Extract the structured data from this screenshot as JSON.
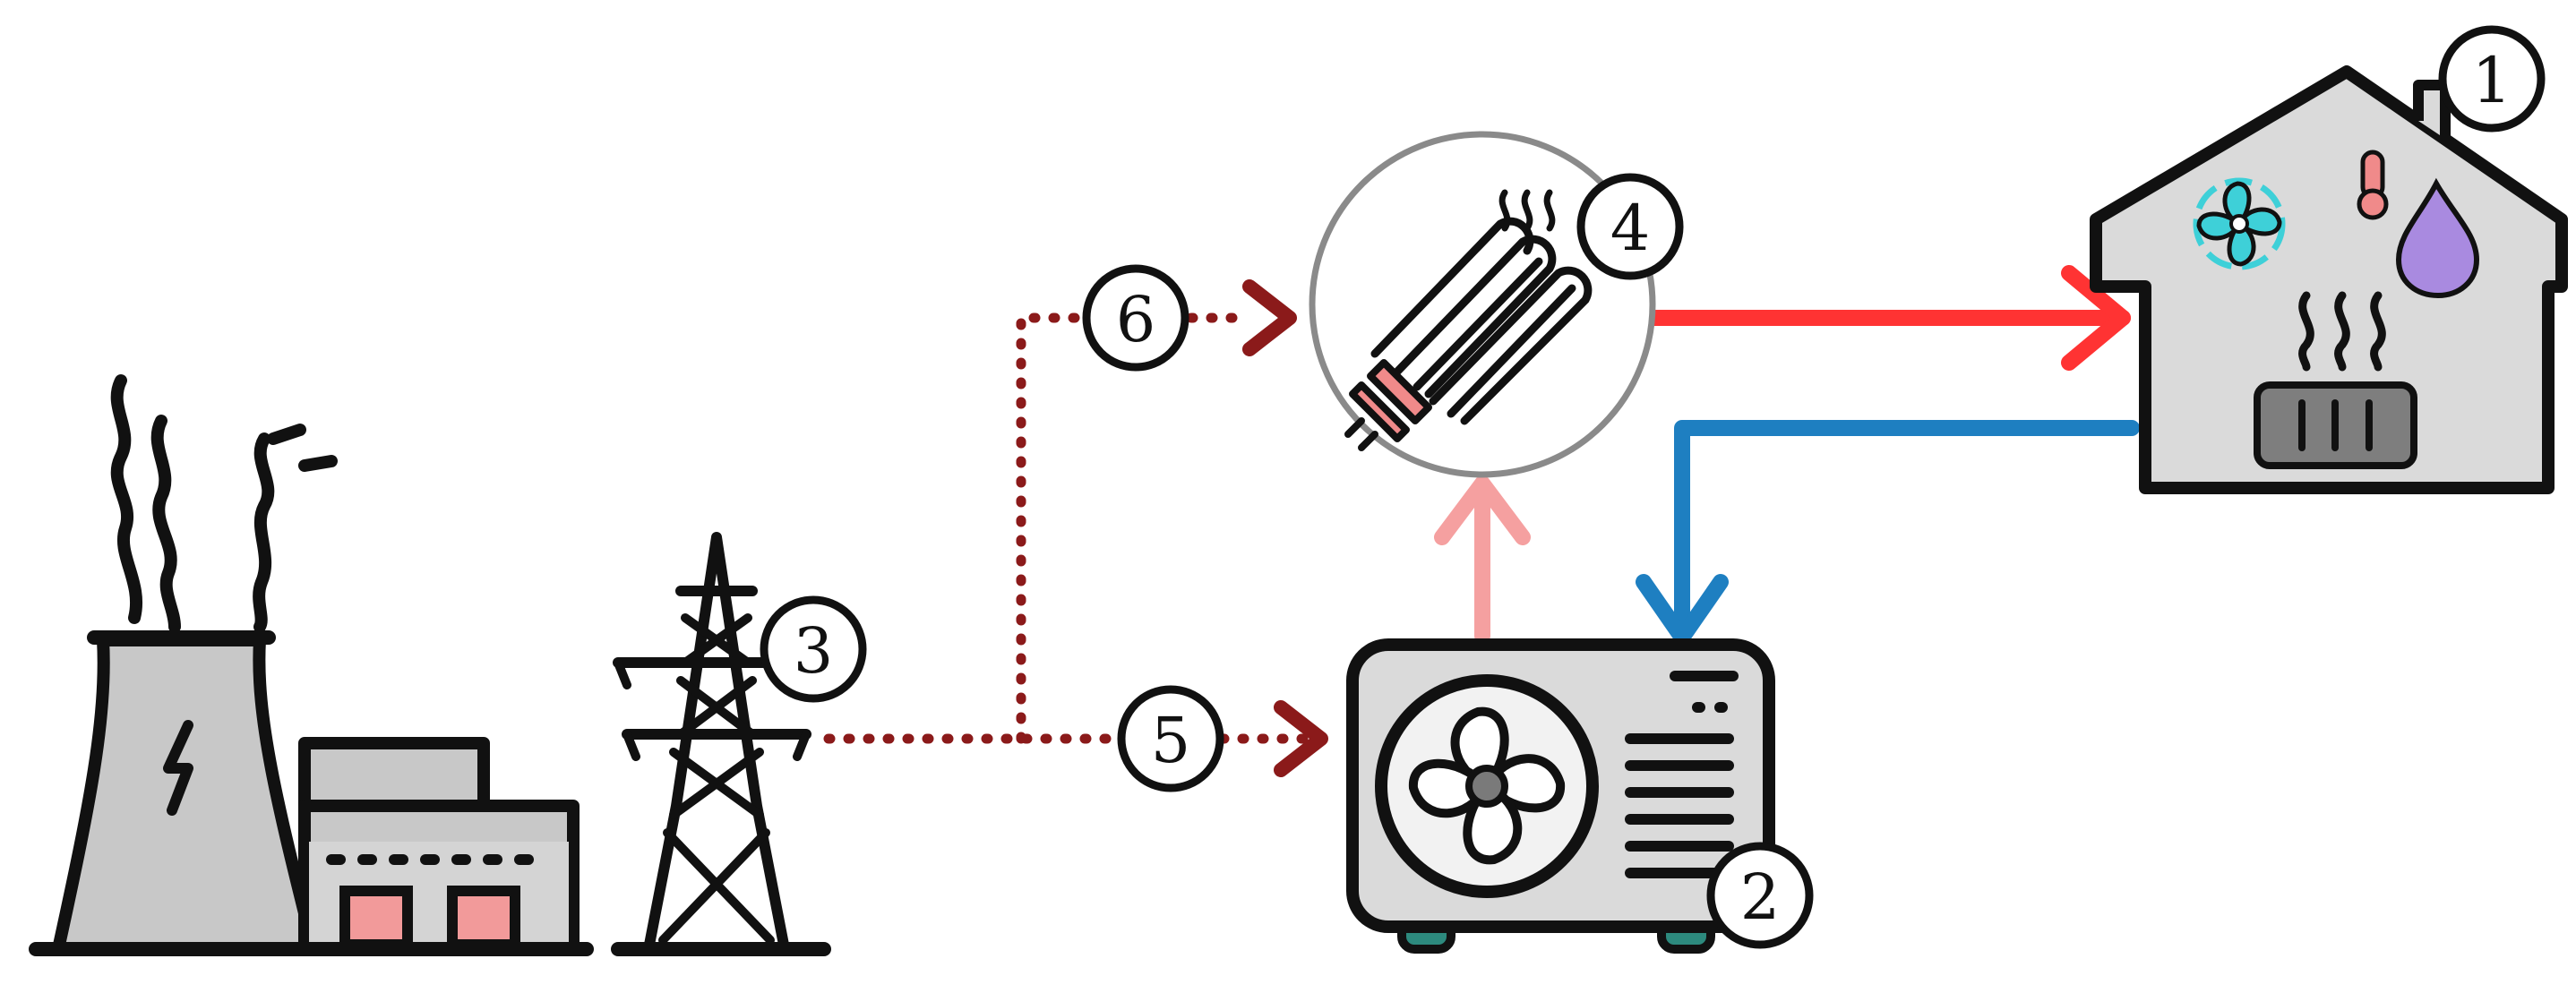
{
  "labels": {
    "house": "1",
    "heat_pump": "2",
    "pylon": "3",
    "heater": "4",
    "power_to_heat_pump": "5",
    "power_to_heater": "6"
  },
  "colors": {
    "hot_supply": "#ff3333",
    "cold_return": "#1e7fc1",
    "heat_pump_output": "#f5a0a0",
    "electricity": "#8b1a1a",
    "unit_body": "#dadada",
    "accent_pink": "#f08a8a",
    "feet_teal": "#2d8a7e",
    "fan_cyan": "#3ed0d8",
    "drop_purple": "#a98ae0"
  },
  "icons": [
    "power-plant-icon",
    "transmission-tower-icon",
    "electric-heater-icon",
    "heat-pump-outdoor-unit-icon",
    "house-icon",
    "fan-icon",
    "thermometer-icon",
    "water-drop-icon",
    "radiator-icon"
  ]
}
